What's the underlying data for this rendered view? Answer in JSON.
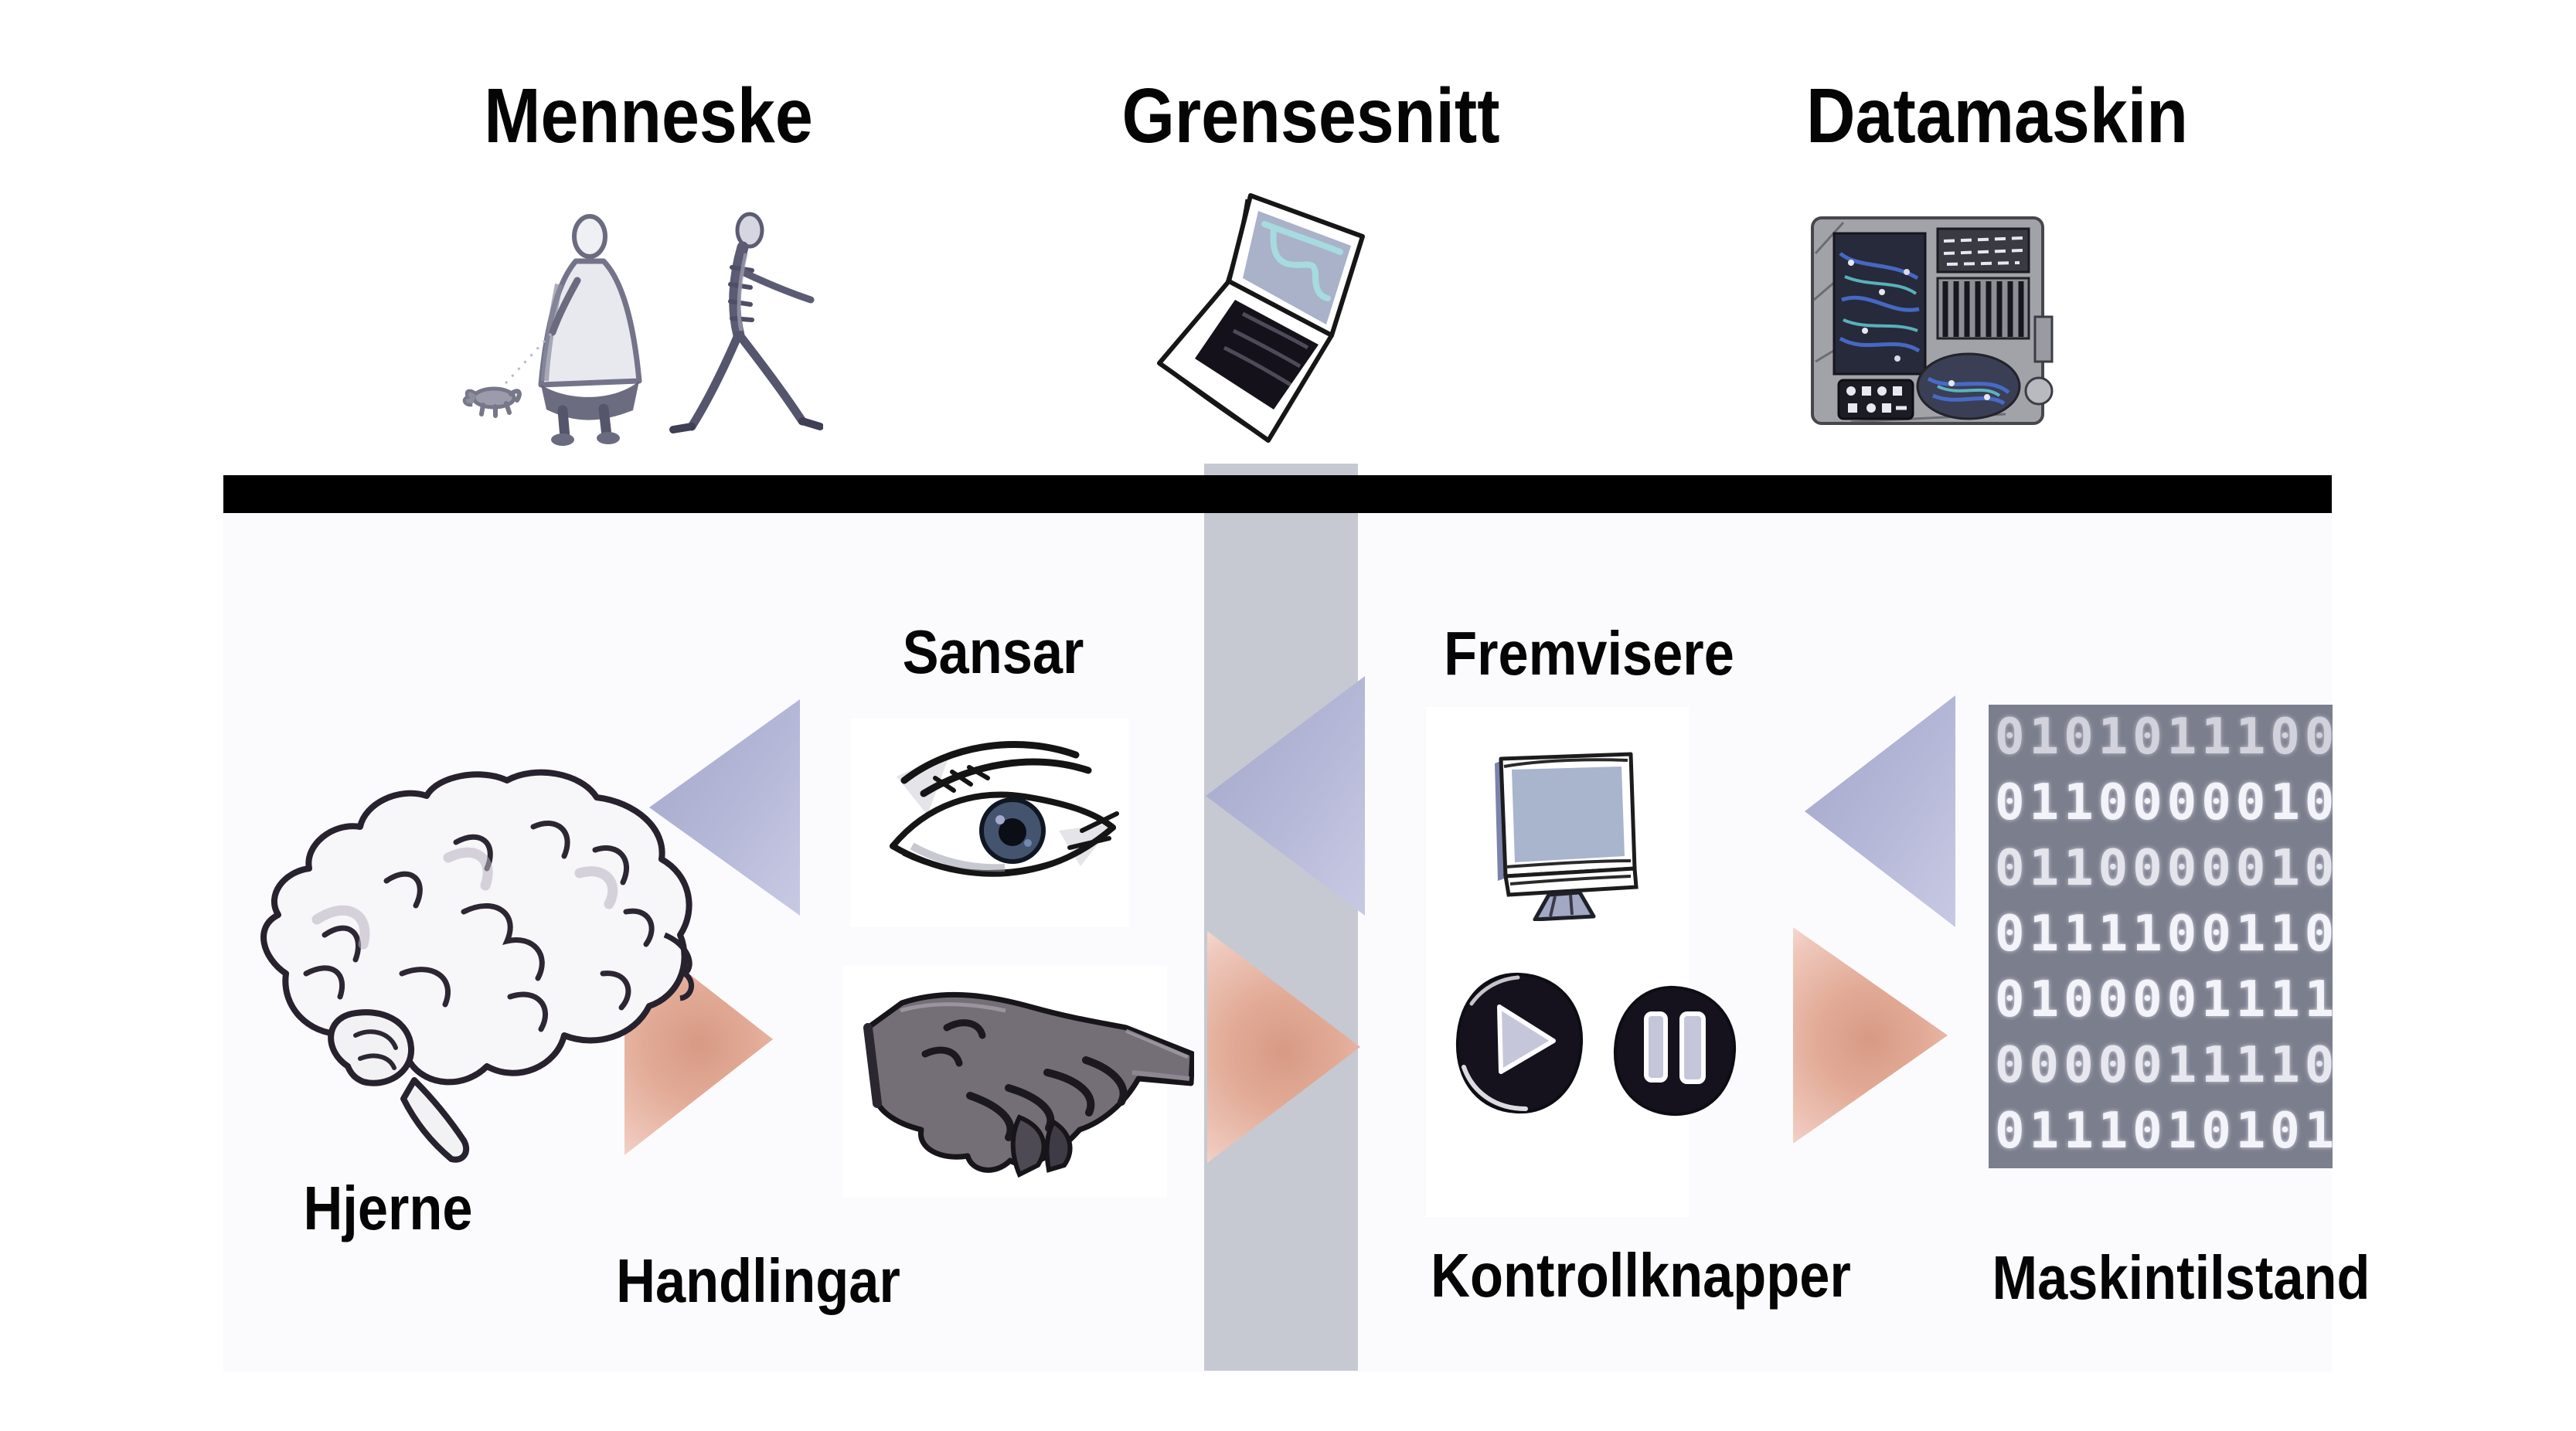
{
  "header": {
    "human_label": "Menneske",
    "interface_label": "Grensesnitt",
    "computer_label": "Datamaskin"
  },
  "diagram": {
    "human_side": {
      "brain_label": "Hjerne",
      "actions_label": "Handlingar",
      "senses_label": "Sansar"
    },
    "computer_side": {
      "displays_label": "Fremvisere",
      "controls_label": "Kontrollknapper",
      "machine_state_label": "Maskintilstand"
    },
    "machine_state": {
      "rows": [
        "0101011100",
        "0110000010",
        "0110000010",
        "0111100110",
        "0100001111",
        "0000011110",
        "0111010101"
      ]
    },
    "icons": {
      "people": "walking-people-sketch",
      "laptop": "laptop-sketch",
      "mainframe": "computer-machine-sketch",
      "brain": "brain-sketch",
      "eye": "eye-sketch",
      "hand": "pointing-hand-sketch",
      "monitor": "monitor-sketch",
      "play": "play-button-icon",
      "pause": "pause-button-icon"
    },
    "colors": {
      "divider_bar": "#000000",
      "interface_column": "#c6c9d1",
      "to_human_arrow": "#aeb0d2",
      "to_computer_arrow": "#dfa28e",
      "machine_state_bg": "#7b7e8c",
      "machine_state_digits": "#f3f3fa",
      "screen_fill": "#a9b4cd"
    }
  }
}
